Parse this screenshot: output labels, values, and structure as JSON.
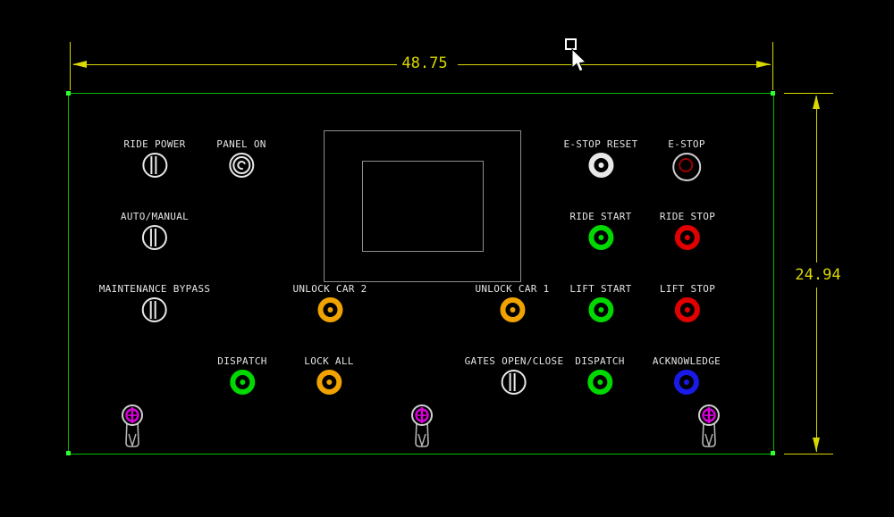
{
  "drawing": {
    "type": "control panel layout",
    "dim_width": "48.75",
    "dim_height": "24.94"
  },
  "colors": {
    "panel_outline": "#00bc00",
    "dimension": "#d9d900",
    "label": "#e4e4e4",
    "green": "#00d800",
    "red": "#e00000",
    "amber": "#f0a200",
    "blue": "#1a1ae8",
    "white": "#e8e8e8",
    "magenta": "#dc00dc",
    "screen_outline": "#8f8f8f"
  },
  "controls": [
    {
      "label": "RIDE POWER",
      "type": "selector-switch",
      "color": "white"
    },
    {
      "label": "PANEL ON",
      "type": "pilot-light",
      "color": "white"
    },
    {
      "label": "E-STOP RESET",
      "type": "illuminated-pushbutton",
      "color": "white"
    },
    {
      "label": "E-STOP",
      "type": "emergency-stop",
      "color": "red"
    },
    {
      "label": "AUTO/MANUAL",
      "type": "selector-switch",
      "color": "white"
    },
    {
      "label": "RIDE START",
      "type": "illuminated-pushbutton",
      "color": "green"
    },
    {
      "label": "RIDE STOP",
      "type": "illuminated-pushbutton",
      "color": "red"
    },
    {
      "label": "MAINTENANCE BYPASS",
      "type": "selector-switch",
      "color": "white"
    },
    {
      "label": "UNLOCK CAR 2",
      "type": "illuminated-pushbutton",
      "color": "amber"
    },
    {
      "label": "UNLOCK CAR 1",
      "type": "illuminated-pushbutton",
      "color": "amber"
    },
    {
      "label": "LIFT START",
      "type": "illuminated-pushbutton",
      "color": "green"
    },
    {
      "label": "LIFT STOP",
      "type": "illuminated-pushbutton",
      "color": "red"
    },
    {
      "label": "DISPATCH",
      "type": "illuminated-pushbutton",
      "color": "green"
    },
    {
      "label": "LOCK ALL",
      "type": "illuminated-pushbutton",
      "color": "amber"
    },
    {
      "label": "GATES OPEN/CLOSE",
      "type": "selector-switch",
      "color": "white"
    },
    {
      "label": "DISPATCH",
      "type": "illuminated-pushbutton",
      "color": "green"
    },
    {
      "label": "ACKNOWLEDGE",
      "type": "illuminated-pushbutton",
      "color": "blue"
    }
  ],
  "latches": {
    "count": 3,
    "type": "key-latch"
  }
}
